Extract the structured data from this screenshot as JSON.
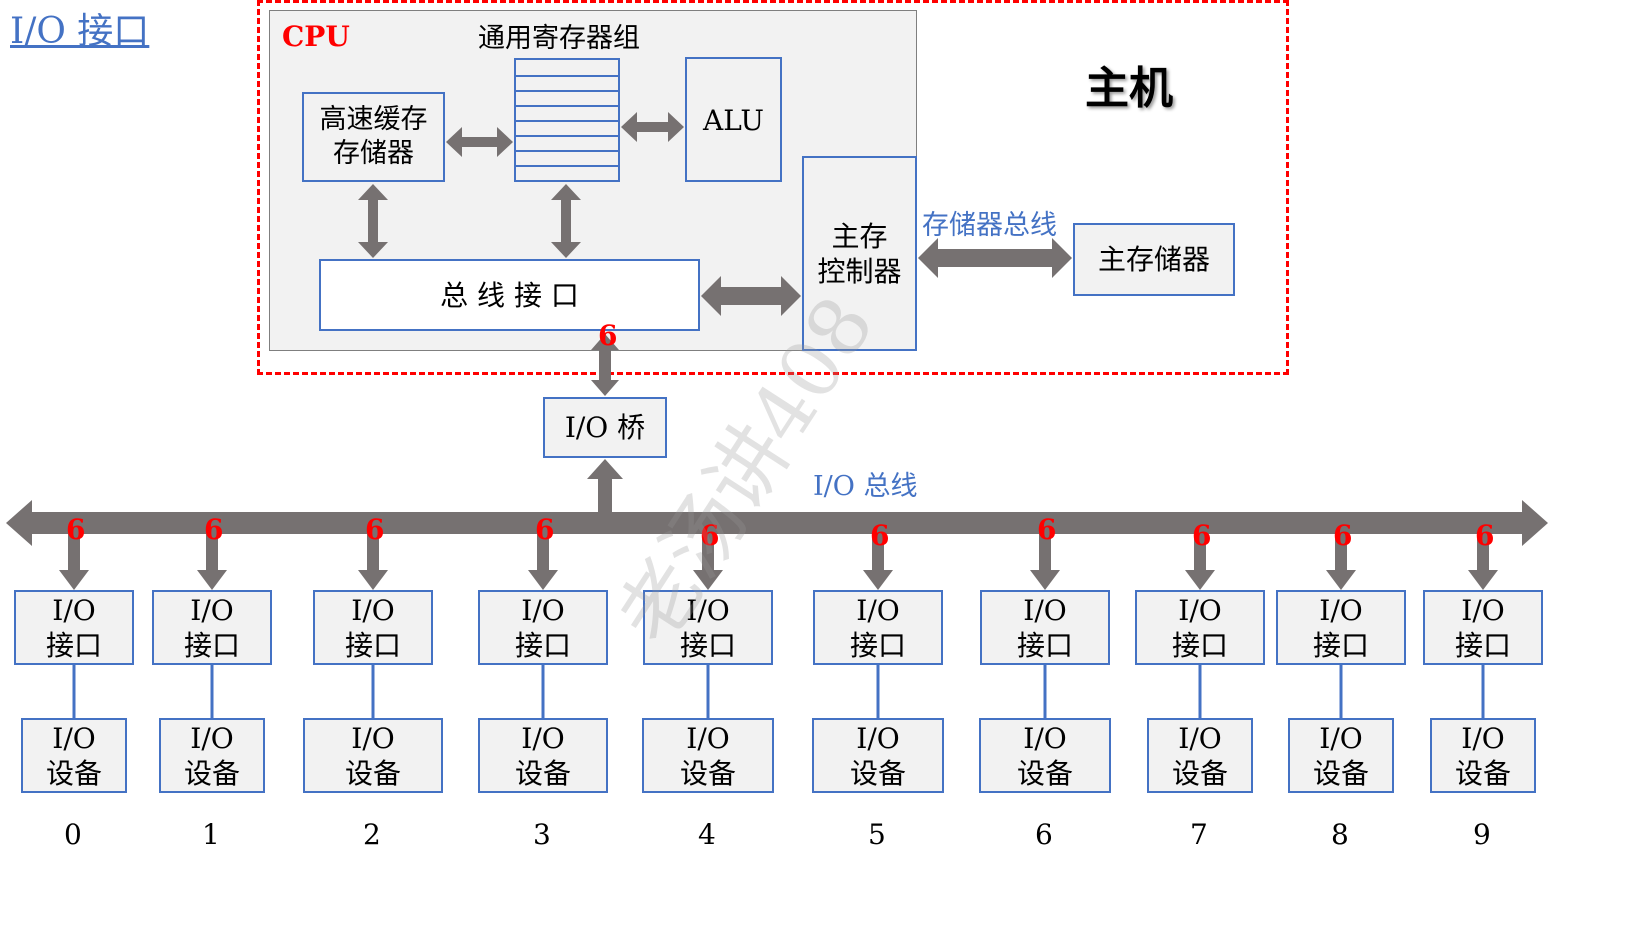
{
  "page": {
    "title": "I/O 接口"
  },
  "host": {
    "title": "主机",
    "cpu_label": "CPU",
    "register_group_label": "通用寄存器组",
    "register_rows": 8,
    "cache_label": "高速缓存存储器",
    "alu_label": "ALU",
    "bus_interface_label": "总 线 接 口",
    "memory_controller_label": "主存控制器",
    "memory_bus_label": "存储器总线",
    "main_memory_label": "主存储器",
    "bus_interface_tag": "6"
  },
  "io_bridge": {
    "label": "I/O 桥"
  },
  "io_bus": {
    "label": "I/O 总线"
  },
  "watermark": "老汤讲408",
  "devices": [
    {
      "index": "0",
      "tag": "6",
      "interface": "I/O\n接口",
      "device": "I/O\n设备"
    },
    {
      "index": "1",
      "tag": "6",
      "interface": "I/O\n接口",
      "device": "I/O\n设备"
    },
    {
      "index": "2",
      "tag": "6",
      "interface": "I/O\n接口",
      "device": "I/O\n设备"
    },
    {
      "index": "3",
      "tag": "6",
      "interface": "I/O\n接口",
      "device": "I/O\n设备"
    },
    {
      "index": "4",
      "tag": "6",
      "interface": "I/O\n接口",
      "device": "I/O\n设备"
    },
    {
      "index": "5",
      "tag": "6",
      "interface": "I/O\n接口",
      "device": "I/O\n设备"
    },
    {
      "index": "6",
      "tag": "6",
      "interface": "I/O\n接口",
      "device": "I/O\n设备"
    },
    {
      "index": "7",
      "tag": "6",
      "interface": "I/O\n接口",
      "device": "I/O\n设备"
    },
    {
      "index": "8",
      "tag": "6",
      "interface": "I/O\n接口",
      "device": "I/O\n设备"
    },
    {
      "index": "9",
      "tag": "6",
      "interface": "I/O\n接口",
      "device": "I/O\n设备"
    }
  ],
  "colors": {
    "accent_red": "#ff0000",
    "box_border": "#4472c4",
    "arrow": "#767171",
    "label_blue": "#4472c4",
    "box_fill": "#f2f2f2"
  }
}
